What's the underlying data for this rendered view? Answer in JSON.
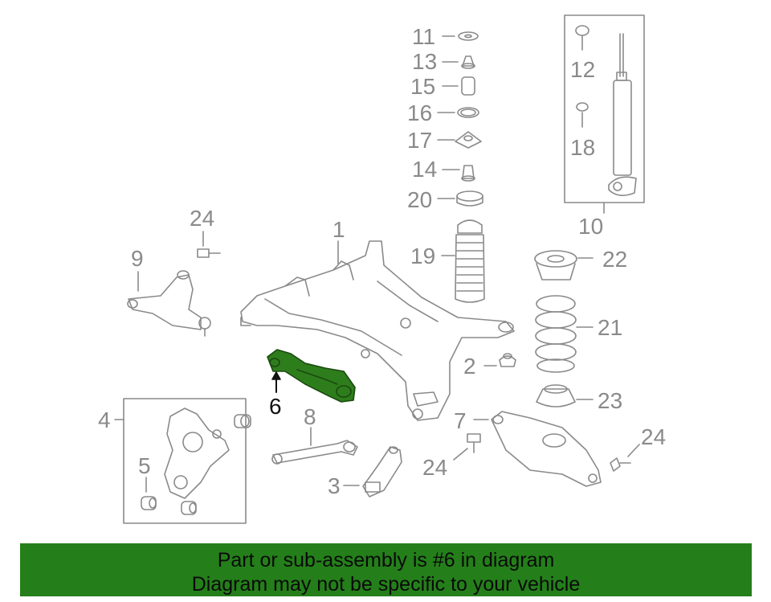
{
  "diagram": {
    "highlight_color": "#2e7d1c",
    "line_color": "#8a8a8a",
    "callouts": [
      {
        "id": "1",
        "label": "1"
      },
      {
        "id": "2",
        "label": "2"
      },
      {
        "id": "3",
        "label": "3"
      },
      {
        "id": "4",
        "label": "4"
      },
      {
        "id": "5",
        "label": "5"
      },
      {
        "id": "6",
        "label": "6"
      },
      {
        "id": "7",
        "label": "7"
      },
      {
        "id": "8",
        "label": "8"
      },
      {
        "id": "9",
        "label": "9"
      },
      {
        "id": "10",
        "label": "10"
      },
      {
        "id": "11",
        "label": "11"
      },
      {
        "id": "12",
        "label": "12"
      },
      {
        "id": "13",
        "label": "13"
      },
      {
        "id": "14",
        "label": "14"
      },
      {
        "id": "15",
        "label": "15"
      },
      {
        "id": "16",
        "label": "16"
      },
      {
        "id": "17",
        "label": "17"
      },
      {
        "id": "18",
        "label": "18"
      },
      {
        "id": "19",
        "label": "19"
      },
      {
        "id": "20",
        "label": "20"
      },
      {
        "id": "21",
        "label": "21"
      },
      {
        "id": "22",
        "label": "22"
      },
      {
        "id": "23",
        "label": "23"
      },
      {
        "id": "24a",
        "label": "24"
      },
      {
        "id": "24b",
        "label": "24"
      },
      {
        "id": "24c",
        "label": "24"
      }
    ]
  },
  "banner": {
    "background": "#247f1a",
    "line1": "Part or sub-assembly is #6 in diagram",
    "line2": "Diagram may not be specific to your vehicle"
  }
}
